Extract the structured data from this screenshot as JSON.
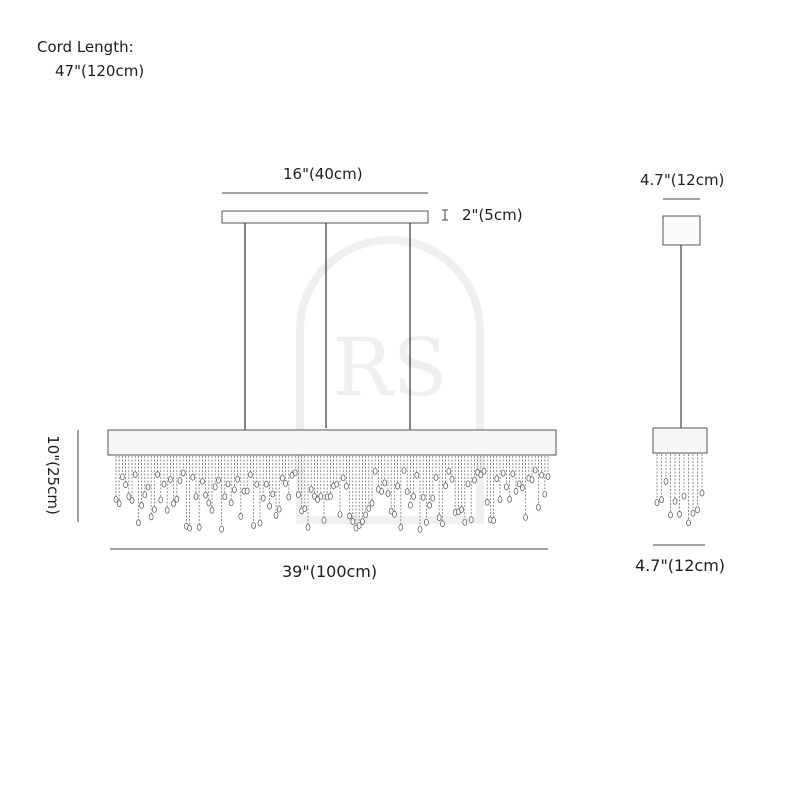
{
  "cord": {
    "label": "Cord Length:",
    "value": "47\"(120cm)"
  },
  "front_view": {
    "canopy_width": "16\"(40cm)",
    "canopy_height": "2\"(5cm)",
    "height": "10\"(25cm)",
    "length": "39\"(100cm)"
  },
  "side_view": {
    "canopy_width": "4.7\"(12cm)",
    "width": "4.7\"(12cm)"
  },
  "watermark": {
    "text": "RS"
  },
  "colors": {
    "line": "#444444",
    "text": "#1e1e1e",
    "watermark": "#ececec"
  }
}
